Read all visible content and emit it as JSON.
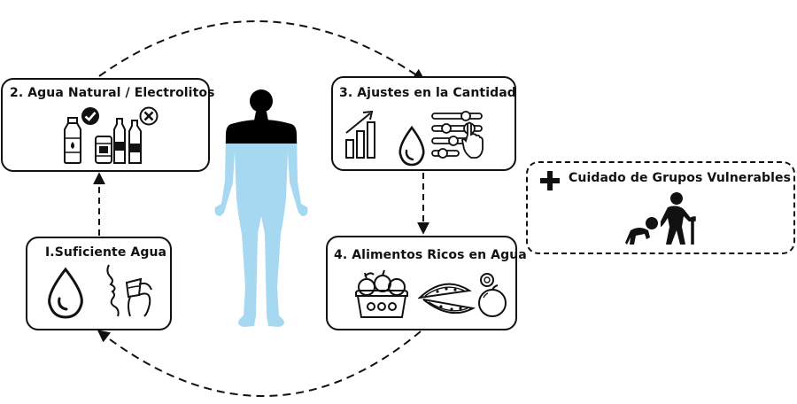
{
  "steps": [
    {
      "id": "step1",
      "title": "I.Suficiente Agua",
      "icons": [
        "water-drop-icon",
        "person-drinking-icon"
      ]
    },
    {
      "id": "step2",
      "title": "2. Agua Natural / Electrolitos",
      "icons": [
        "water-bottle-icon",
        "check-icon",
        "soda-bottles-icon",
        "cross-icon"
      ]
    },
    {
      "id": "step3",
      "title": "3. Ajustes en la Cantidad",
      "icons": [
        "growth-chart-icon",
        "water-drop-icon",
        "slider-controls-icon"
      ]
    },
    {
      "id": "step4",
      "title": "4. Alimentos Ricos en Agua",
      "icons": [
        "fruit-basket-icon",
        "watermelon-slices-icon",
        "citrus-fruit-icon"
      ]
    }
  ],
  "extra": {
    "title": "Cuidado de Grupos Vulnerables",
    "marker": "+",
    "icons": [
      "plus-icon",
      "elderly-person-icon",
      "crawling-baby-icon"
    ]
  },
  "figure": {
    "icon": "human-body-water-icon",
    "colors": {
      "water": "#a6d8f2",
      "body": "#000000"
    }
  },
  "arrows": [
    "step1-to-step2",
    "step2-to-step3",
    "step3-to-step4",
    "step4-to-step1"
  ]
}
